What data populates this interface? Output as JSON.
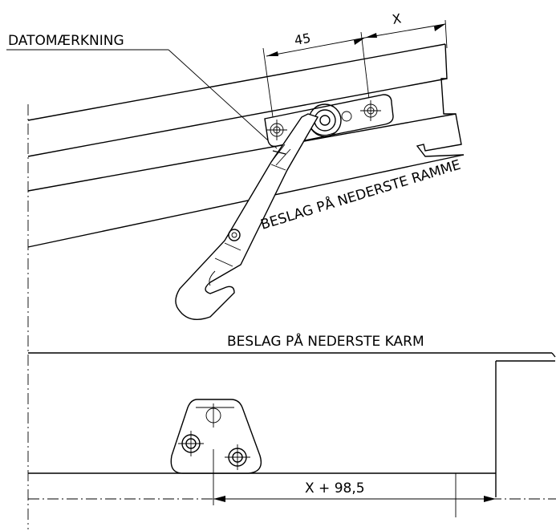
{
  "labels": {
    "date_marking": "DATOMÆRKNING",
    "dim_45": "45",
    "dim_x": "X",
    "upper_caption": "BESLAG PÅ NEDERSTE RAMME",
    "lower_caption": "BESLAG PÅ NEDERSTE KARM",
    "dim_x_plus": "X + 98,5"
  }
}
